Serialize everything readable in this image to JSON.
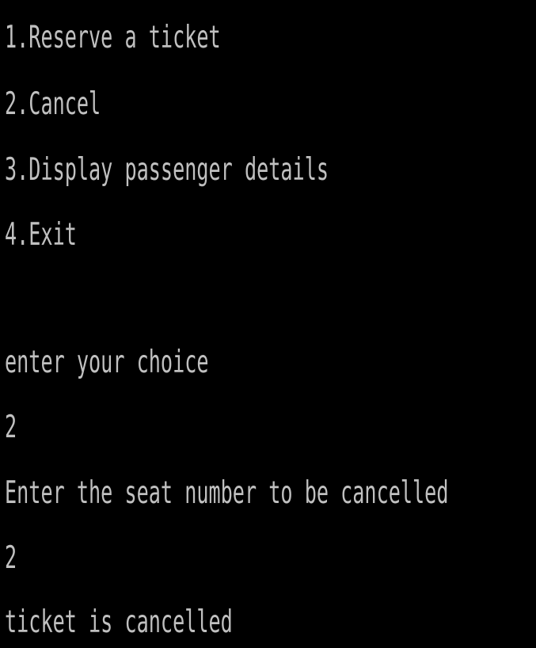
{
  "console": {
    "menu": {
      "item1": "1.Reserve a ticket",
      "item2": "2.Cancel",
      "item3": "3.Display passenger details",
      "item4": "4.Exit"
    },
    "prompt_choice": "enter your choice",
    "input_choice": "2",
    "prompt_seat": "Enter the seat number to be cancelled",
    "input_seat": "2",
    "result": "ticket is cancelled"
  },
  "colors": {
    "background": "#000000",
    "text": "#c0c0c0"
  }
}
